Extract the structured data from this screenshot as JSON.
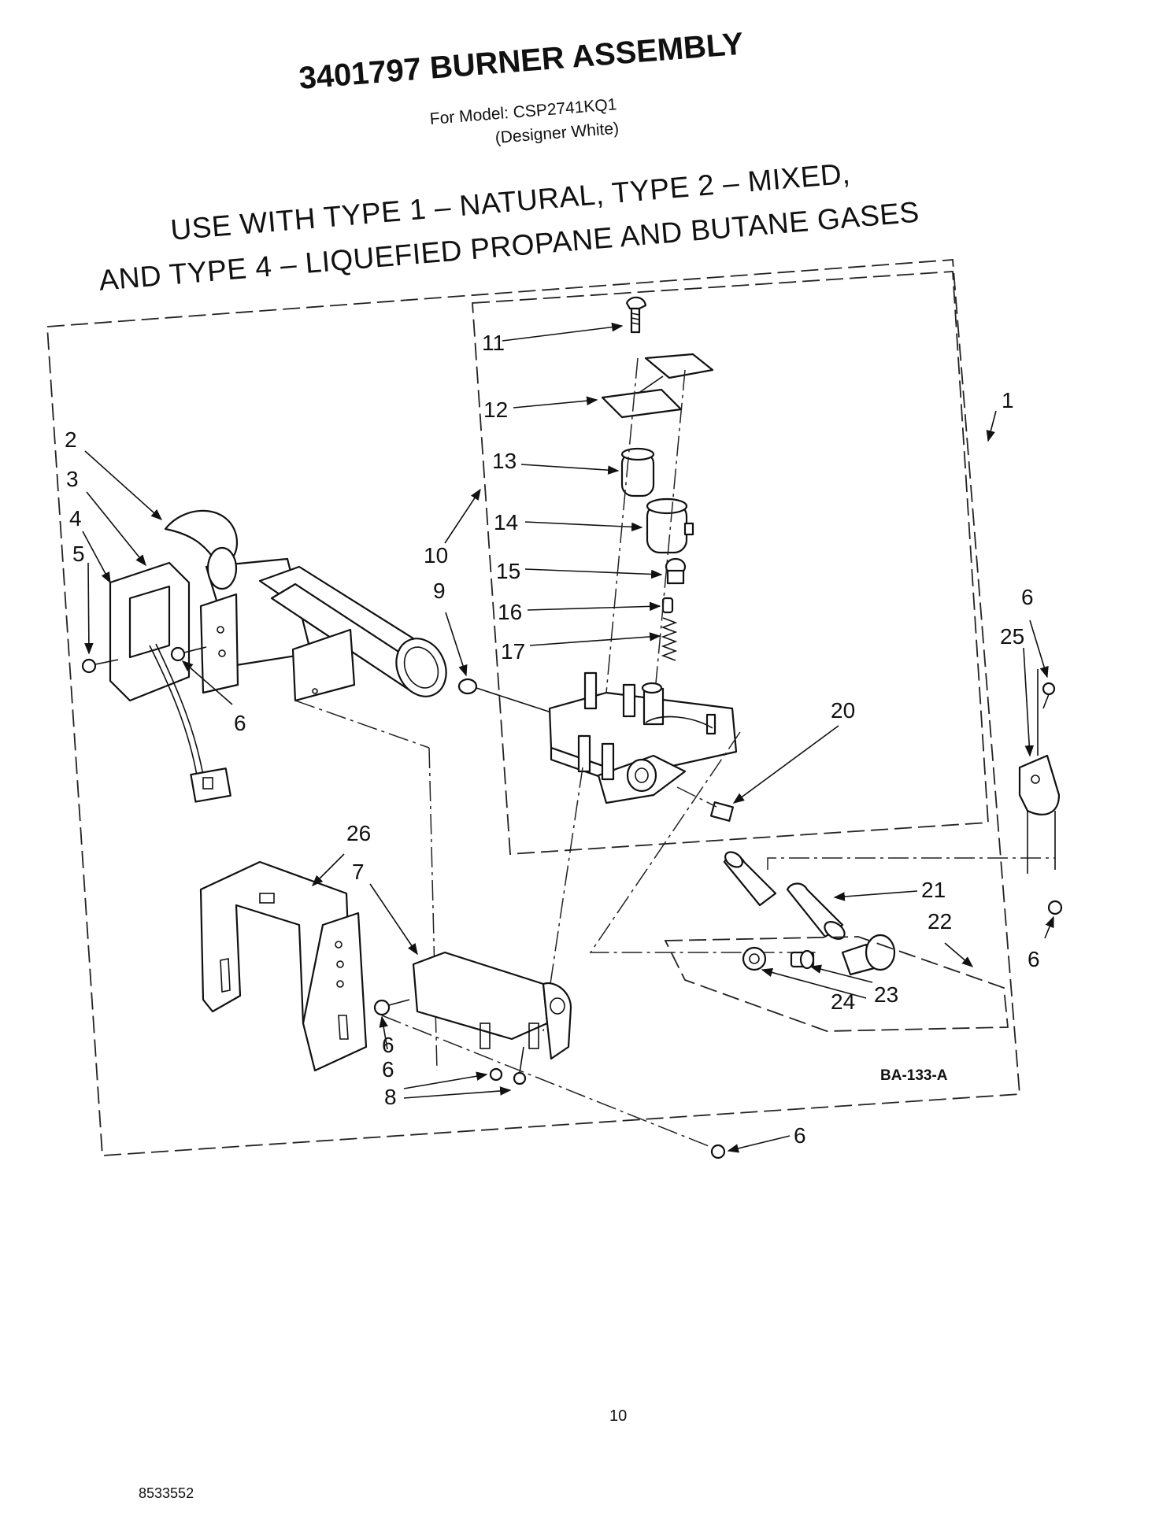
{
  "header": {
    "title": "3401797 BURNER ASSEMBLY",
    "model_line": "For Model: CSP2741KQ1",
    "variant_line": "(Designer White)"
  },
  "gas_note": {
    "line1": "USE WITH TYPE 1 – NATURAL, TYPE 2 – MIXED,",
    "line2": "AND TYPE 4 – LIQUEFIED PROPANE AND BUTANE GASES"
  },
  "diagram": {
    "drawing_code": "BA-133-A",
    "callouts": [
      "1",
      "2",
      "3",
      "4",
      "5",
      "6",
      "6",
      "6",
      "6",
      "6",
      "6",
      "7",
      "8",
      "9",
      "10",
      "11",
      "12",
      "13",
      "14",
      "15",
      "16",
      "17",
      "20",
      "21",
      "22",
      "23",
      "24",
      "25",
      "26"
    ]
  },
  "footer": {
    "page_number": "10",
    "document_number": "8533552"
  }
}
